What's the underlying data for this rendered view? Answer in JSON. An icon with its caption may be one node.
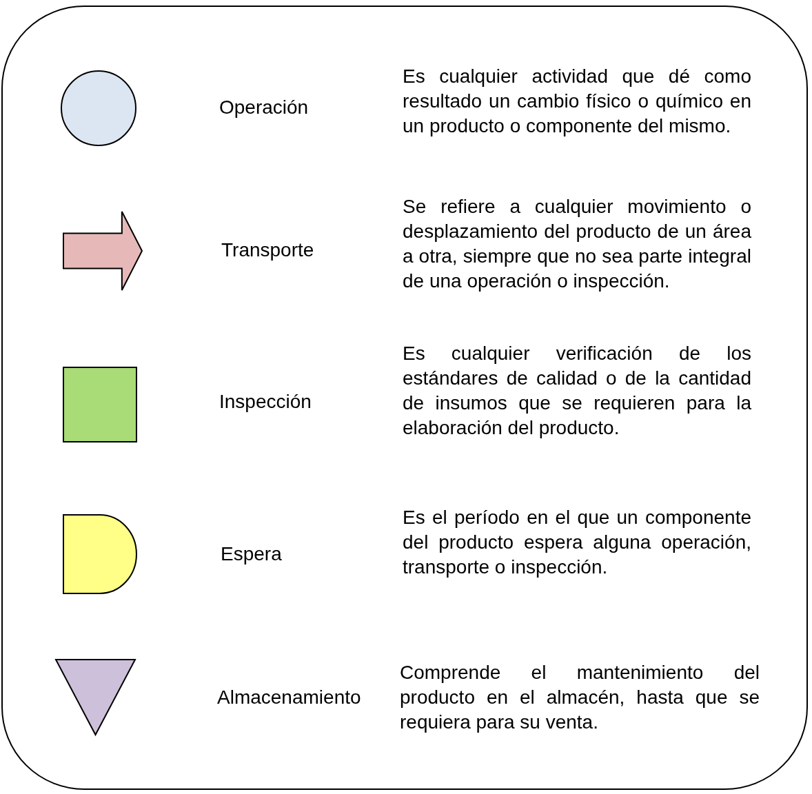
{
  "diagram": {
    "nodes": [
      {
        "text": [],
        "shape": "circle"
      },
      {
        "text": [],
        "shape": "arrow"
      },
      {
        "text": [],
        "shape": "box"
      },
      {
        "text": [],
        "shape": "semicircle"
      },
      {
        "text": [],
        "shape": "triangle"
      }
    ],
    "legend": [
      {
        "text": "Operación"
      },
      {
        "text": "Transporte"
      },
      {
        "text": "Inspección"
      },
      {
        "text": "Espera"
      },
      {
        "text": "Almacenamiento"
      }
    ],
    "labels": [
      "Es cualquier actividad que dé como resultado un cambio físico o químico en un producto o componente del mismo.",
      "Se refiere a cualquier movimiento o desplazamiento del producto de un área a otra, siempre que no sea parte integral de una operación o inspección.",
      "Es cualquier verificación de los estándares de calidad o de la cantidad de insumos que se requieren para la elaboración del producto.",
      "Es el período en el que un componente del producto espera alguna operación, transporte o inspección.",
      "Comprende el mantenimiento del producto en el almacén, hasta que se requiera para su venta."
    ]
  }
}
